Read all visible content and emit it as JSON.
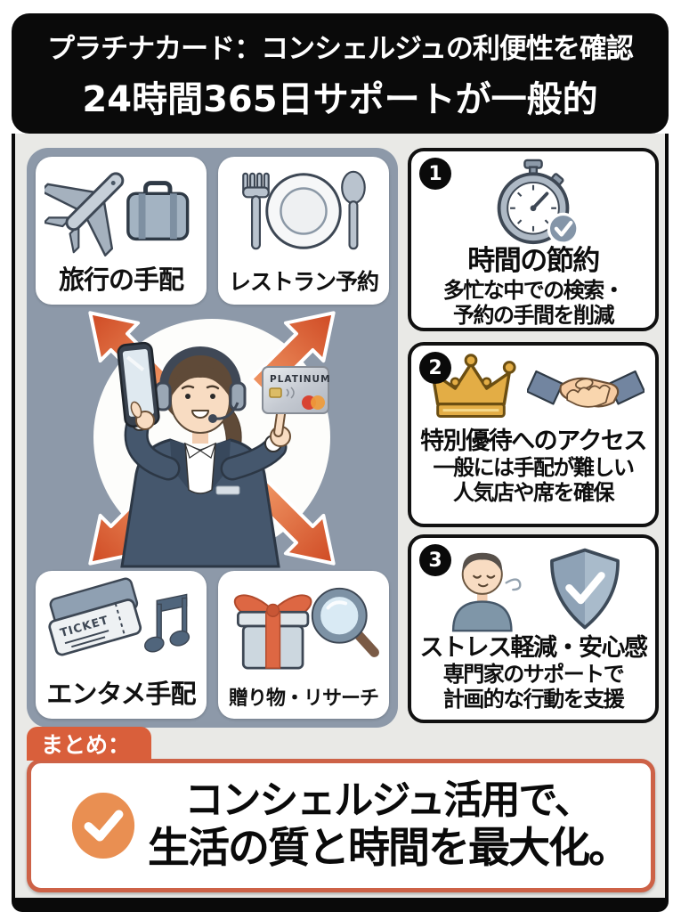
{
  "header": {
    "line1": "プラチナカード：コンシェルジュの利便性を確認",
    "line2": "24時間365日サポートが一般的"
  },
  "services": [
    {
      "label": "旅行の手配",
      "icons": [
        "airplane-icon",
        "suitcase-icon"
      ]
    },
    {
      "label": "レストラン予約",
      "icons": [
        "fork-icon",
        "plate-icon",
        "spoon-icon"
      ]
    },
    {
      "label": "エンタメ手配",
      "icons": [
        "ticket-icon",
        "music-note-icon"
      ],
      "ticket_text": "TICKET"
    },
    {
      "label": "贈り物・リサーチ",
      "icons": [
        "gift-icon",
        "magnifier-icon"
      ]
    }
  ],
  "concierge": {
    "illustration": "concierge-woman-with-headset-smartphone-and-platinum-card",
    "card_label": "PLATINUM"
  },
  "benefits": [
    {
      "number": "1",
      "title": "時間の節約",
      "desc": [
        "多忙な中での検索・",
        "予約の手間を削減"
      ],
      "icon": "stopwatch-check-icon"
    },
    {
      "number": "2",
      "title": "特別優待へのアクセス",
      "desc": [
        "一般には手配が難しい",
        "人気店や席を確保"
      ],
      "icons": [
        "crown-icon",
        "handshake-icon"
      ]
    },
    {
      "number": "3",
      "title": "ストレス軽減・安心感",
      "desc": [
        "専門家のサポートで",
        "計画的な行動を支援"
      ],
      "icons": [
        "relaxed-person-icon",
        "shield-check-icon"
      ]
    }
  ],
  "summary": {
    "tag": "まとめ：",
    "line1": "コンシェルジュ活用で、",
    "line2": "生活の質と時間を最大化。"
  },
  "colors": {
    "header_bg": "#0a0a0a",
    "content_bg": "#e9e9e6",
    "panel_slate": "#8d99a9",
    "arrow_orange": "#d6552e",
    "accent_orange": "#d95f3b",
    "check_circle_orange": "#e98f52",
    "card_border": "#111111"
  }
}
